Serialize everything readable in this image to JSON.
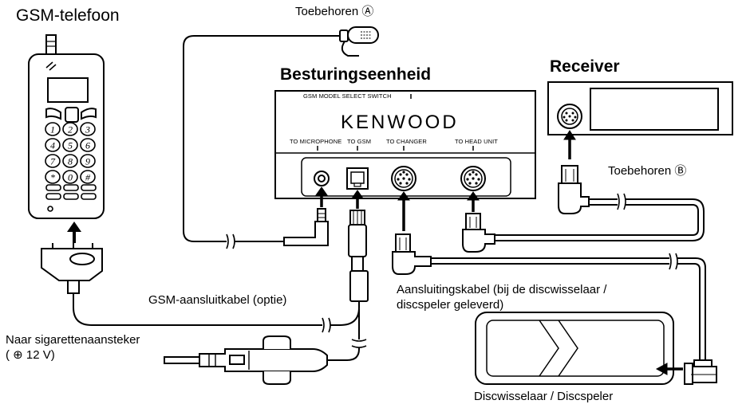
{
  "labels": {
    "gsm_phone": "GSM-telefoon",
    "accessory_a": "Toebehoren Ⓐ",
    "control_unit": "Besturingseenheid",
    "receiver": "Receiver",
    "accessory_b": "Toebehoren Ⓑ",
    "gsm_cable": "GSM-aansluitkabel (optie)",
    "connection_cable_line1": "Aansluitingskabel (bij de discwisselaar /",
    "connection_cable_line2": "discspeler geleverd)",
    "cigarette_line1": "Naar sigarettenaansteker",
    "cigarette_line2": "( ⊕ 12 V)",
    "changer": "Discwisselaar / Discspeler"
  },
  "control_unit": {
    "brand": "KENWOOD",
    "switch_label": "GSM MODEL SELECT SWITCH",
    "ports": {
      "microphone": "TO MICROPHONE",
      "gsm": "TO GSM",
      "changer": "TO CHANGER",
      "head_unit": "TO HEAD UNIT"
    }
  },
  "phone_keypad": [
    "1",
    "2",
    "3",
    "4",
    "5",
    "6",
    "7",
    "8",
    "9",
    "*",
    "0",
    "#"
  ]
}
